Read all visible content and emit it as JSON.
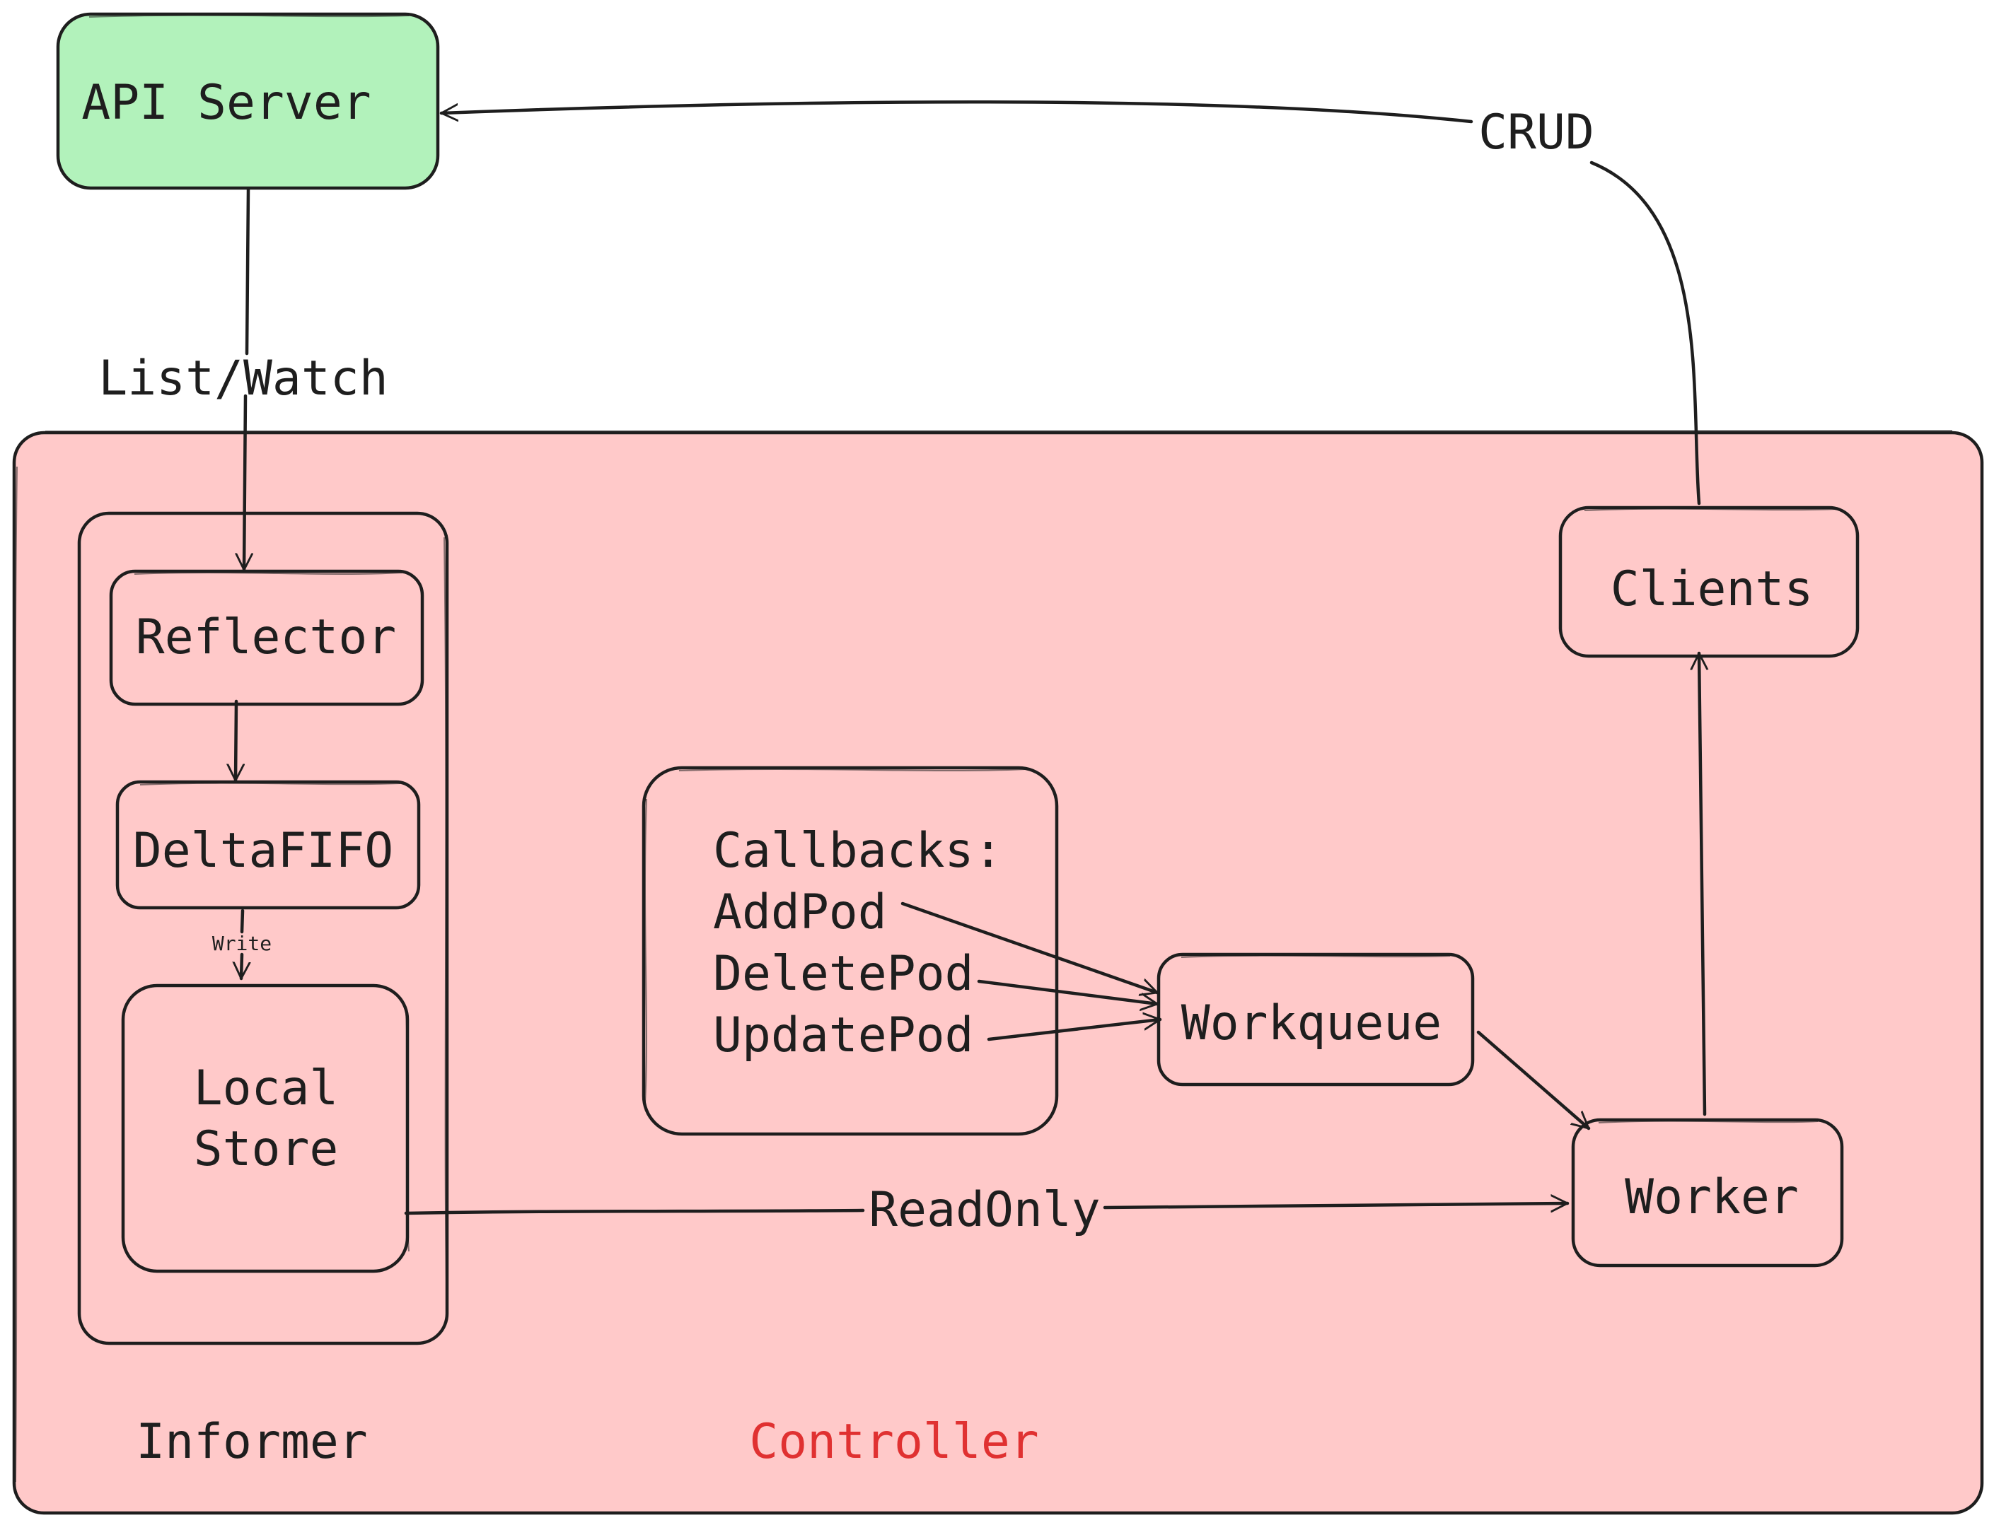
{
  "colors": {
    "controller_fill": "#ffc9c9",
    "api_server_fill": "#b2f2bb",
    "stroke": "#1e1e1e",
    "controller_label": "#e03131",
    "text": "#1e1e1e"
  },
  "nodes": {
    "api_server": "API Server",
    "reflector": "Reflector",
    "deltafifo": "DeltaFIFO",
    "local_store": [
      "Local",
      "Store"
    ],
    "callbacks": [
      "Callbacks:",
      "AddPod",
      "DeletePod",
      "UpdatePod"
    ],
    "workqueue": "Workqueue",
    "worker": "Worker",
    "clients": "Clients"
  },
  "groups": {
    "informer": "Informer",
    "controller": "Controller"
  },
  "edges": {
    "list_watch": "List/Watch",
    "crud": "CRUD",
    "write": "Write",
    "read_only": "ReadOnly"
  }
}
